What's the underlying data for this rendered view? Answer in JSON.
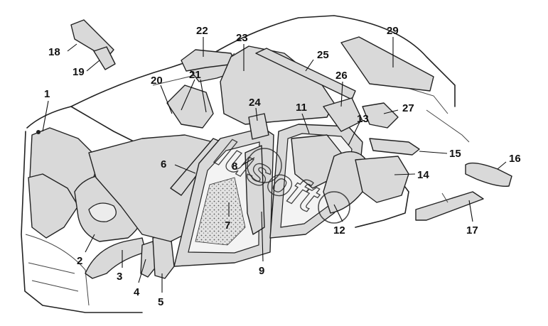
{
  "diagram": {
    "callouts": [
      "1",
      "2",
      "3",
      "4",
      "5",
      "6",
      "7",
      "8",
      "9",
      "11",
      "12",
      "13",
      "14",
      "15",
      "16",
      "17",
      "18",
      "19",
      "20",
      "21",
      "22",
      "23",
      "24",
      "25",
      "26",
      "27",
      "29"
    ]
  },
  "watermark": {
    "text": "lusoft"
  },
  "colors": {
    "ink": "#111111",
    "panel": "#d9d9d9",
    "panel_dark": "#bdbdbd",
    "background": "#ffffff"
  }
}
